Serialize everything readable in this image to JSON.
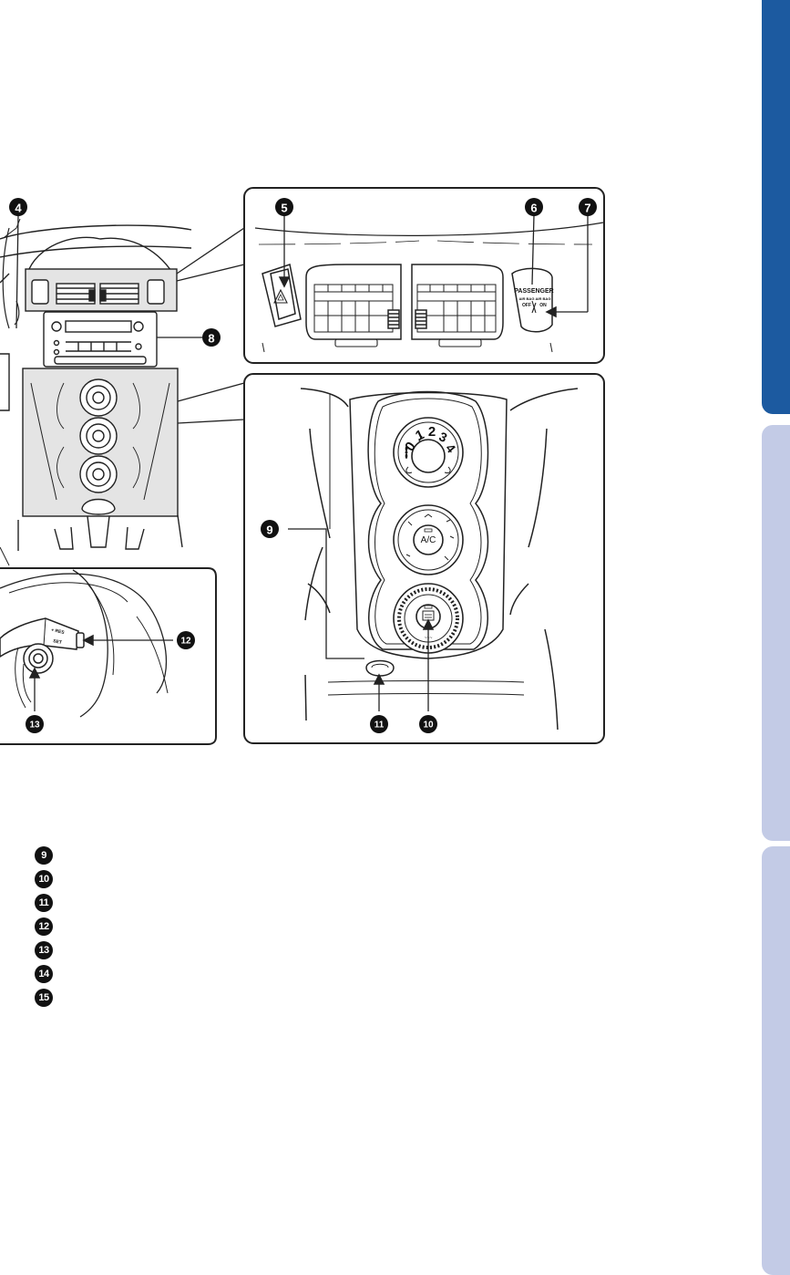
{
  "callouts": {
    "c4": "4",
    "c5": "5",
    "c6": "6",
    "c7": "7",
    "c8": "8",
    "c9": "9",
    "c10": "10",
    "c11": "11",
    "c12": "12",
    "c13": "13"
  },
  "dial_labels": {
    "fan_speed": [
      "0",
      "1",
      "2",
      "3",
      "4"
    ],
    "ac_button": "A/C"
  },
  "panel_labels": {
    "passenger": "PASSENGER",
    "airbag": "AIR BAG",
    "off": "OFF",
    "on": "ON"
  },
  "stalk_labels": {
    "line1": "+ RES",
    "line2": "SET"
  },
  "legend": [
    "9",
    "10",
    "11",
    "12",
    "13",
    "14",
    "15"
  ],
  "colors": {
    "primary_tab": "#1c5aa0",
    "secondary_tab": "#c3cbe6",
    "callout_fill": "#111111",
    "shaded_panel": "#e4e4e4"
  }
}
